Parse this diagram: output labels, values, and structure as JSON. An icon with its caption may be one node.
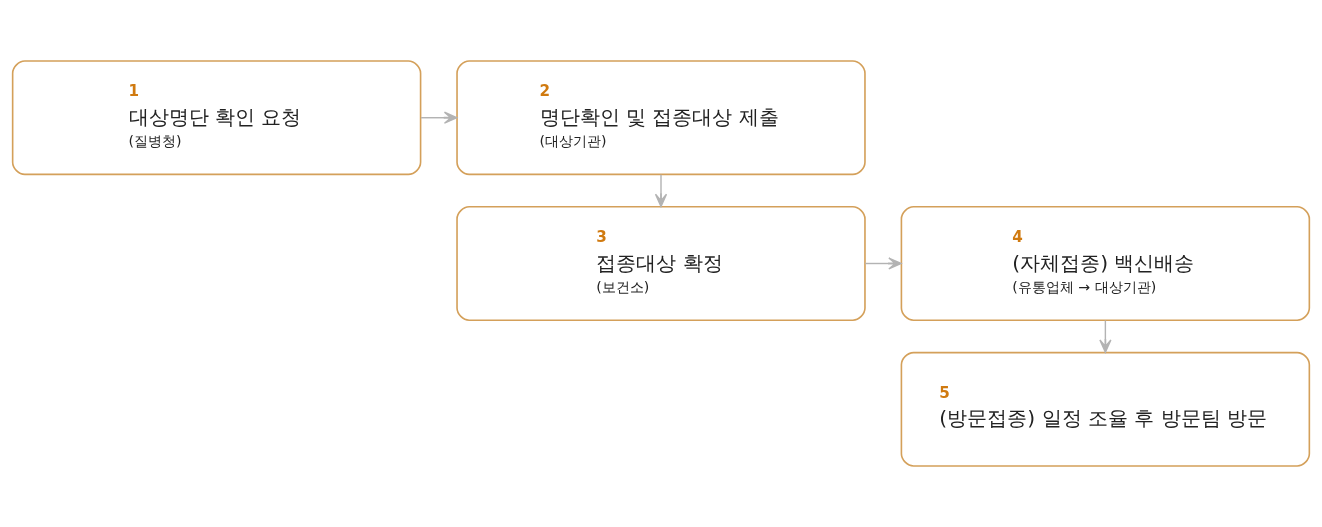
{
  "diagram": {
    "nodes": [
      {
        "text": [
          "1",
          "대상명단 확인 요청",
          "(질병청)"
        ]
      },
      {
        "text": [
          "2",
          "명단확인 및 접종대상 제출",
          "(대상기관)"
        ]
      },
      {
        "text": [
          "3",
          "접종대상 확정",
          "(보건소)"
        ]
      },
      {
        "text": [
          "4",
          "(자체접종) 백신배송",
          "(유통업체 → 대상기관)"
        ]
      },
      {
        "text": [
          "5",
          "(방문접종) 일정 조율 후 방문팀 방문"
        ]
      }
    ],
    "edges": [
      {
        "from": 0,
        "to": 1,
        "arrow": "to"
      },
      {
        "from": 1,
        "to": 2,
        "arrow": "to"
      },
      {
        "from": 2,
        "to": 3,
        "arrow": "to"
      },
      {
        "from": 3,
        "to": 4,
        "arrow": "to"
      }
    ]
  }
}
